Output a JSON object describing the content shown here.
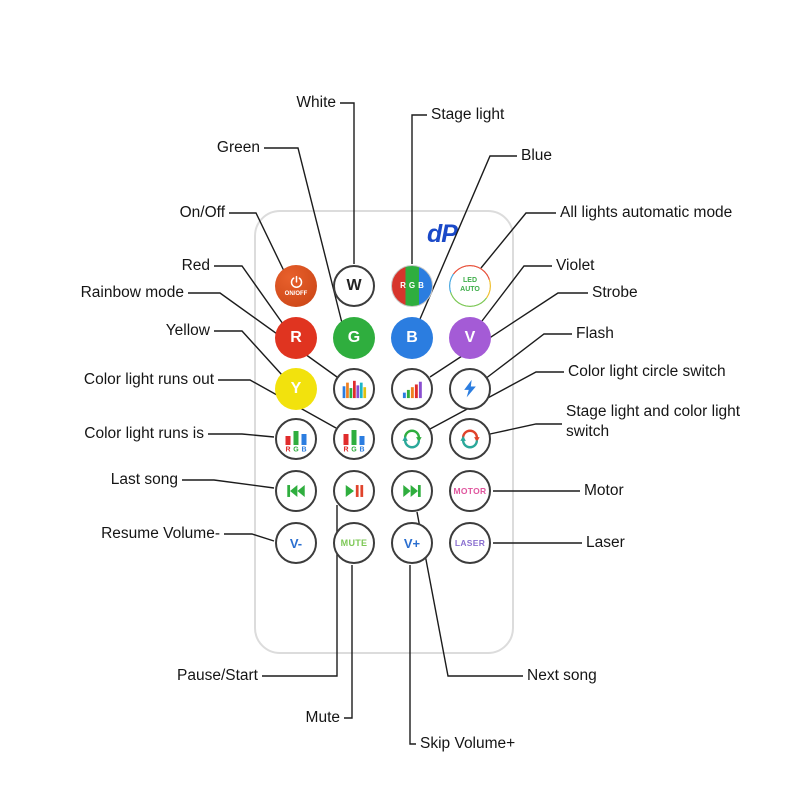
{
  "palette": {
    "power_bg": "#d44a1e",
    "red": "#e03420",
    "green": "#2fae3e",
    "blue": "#2b7de0",
    "violet": "#a45bd6",
    "yellow": "#f2e20d",
    "teal": "#2aa89a",
    "orange_red": "#e0432b",
    "motor_text": "#e0559e",
    "volume_text": "#2b6fd0",
    "mute_text": "#7dc856",
    "laser_text": "#8a6fd0",
    "logo_blue": "#1a49c8",
    "line_color": "#1c1c1c"
  },
  "remote": {
    "logo": "dP",
    "buttons": [
      {
        "name": "power",
        "label": "ON/OFF",
        "icon": "power-icon"
      },
      {
        "name": "white",
        "label": "W"
      },
      {
        "name": "rgb",
        "label": "RGB"
      },
      {
        "name": "led-auto",
        "lines": [
          "LED",
          "AUTO"
        ]
      },
      {
        "name": "red",
        "label": "R"
      },
      {
        "name": "green",
        "label": "G"
      },
      {
        "name": "blue",
        "label": "B"
      },
      {
        "name": "violet",
        "label": "V"
      },
      {
        "name": "yellow",
        "label": "Y"
      },
      {
        "name": "rainbow-mode",
        "icon": "rainbow-bars-icon"
      },
      {
        "name": "strobe",
        "icon": "equalizer-bars-icon"
      },
      {
        "name": "flash",
        "icon": "lightning-icon"
      },
      {
        "name": "color-light-runs-out",
        "icon": "rgb-bars-icon",
        "letters": [
          "R",
          "G",
          "B"
        ]
      },
      {
        "name": "color-light-runs-is",
        "icon": "rgb-bars-icon",
        "letters": [
          "R",
          "G",
          "B"
        ]
      },
      {
        "name": "color-light-circle-switch",
        "icon": "cycle-arrows-icon"
      },
      {
        "name": "stage-and-color-light-switch",
        "icon": "cycle-arrows-icon"
      },
      {
        "name": "last-song",
        "icon": "previous-track-icon"
      },
      {
        "name": "pause-start",
        "icon": "play-pause-icon"
      },
      {
        "name": "next-song",
        "icon": "next-track-icon"
      },
      {
        "name": "motor",
        "label": "MOTOR"
      },
      {
        "name": "volume-down",
        "label": "V-"
      },
      {
        "name": "mute",
        "label": "MUTE"
      },
      {
        "name": "volume-up",
        "label": "V+"
      },
      {
        "name": "laser",
        "label": "LASER"
      }
    ]
  },
  "callouts": {
    "white": {
      "text": "White"
    },
    "green": {
      "text": "Green"
    },
    "on_off": {
      "text": "On/Off"
    },
    "red": {
      "text": "Red"
    },
    "rainbow_mode": {
      "text": "Rainbow mode"
    },
    "yellow": {
      "text": "Yellow"
    },
    "color_light_runs_out": {
      "text": "Color light runs out"
    },
    "color_light_runs_is": {
      "text": "Color light runs is"
    },
    "last_song": {
      "text": "Last song"
    },
    "resume_volume": {
      "text": "Resume Volume-"
    },
    "stage_light": {
      "text": "Stage light"
    },
    "blue": {
      "text": "Blue"
    },
    "all_lights_auto": {
      "text": "All lights automatic mode"
    },
    "violet": {
      "text": "Violet"
    },
    "strobe": {
      "text": "Strobe"
    },
    "flash": {
      "text": "Flash"
    },
    "color_light_circle_switch": {
      "text": "Color light circle switch"
    },
    "stage_light_color_switch": {
      "text": "Stage light and color light switch"
    },
    "motor": {
      "text": "Motor"
    },
    "laser": {
      "text": "Laser"
    },
    "pause_start": {
      "text": "Pause/Start"
    },
    "mute": {
      "text": "Mute"
    },
    "skip_volume": {
      "text": "Skip Volume+"
    },
    "next_song": {
      "text": "Next song"
    }
  }
}
